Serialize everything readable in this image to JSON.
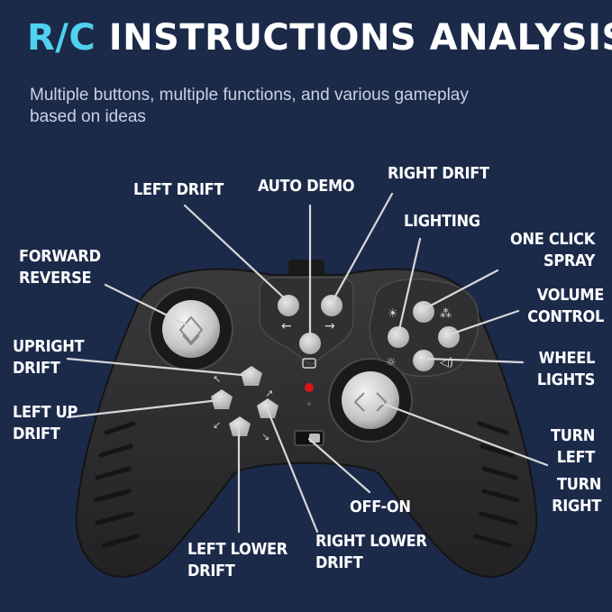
{
  "header": {
    "title_accent": "R/C",
    "title_rest": " INSTRUCTIONS ANALYSIS",
    "subtitle": "Multiple buttons, multiple functions, and various gameplay based on ideas"
  },
  "labels": {
    "left_drift": "LEFT DRIFT",
    "auto_demo": "AUTO DEMO",
    "right_drift": "RIGHT DRIFT",
    "lighting": "LIGHTING",
    "one_click_spray_1": "ONE CLICK",
    "one_click_spray_2": "SPRAY",
    "forward_reverse_1": "FORWARD",
    "forward_reverse_2": "REVERSE",
    "volume_control_1": "VOLUME",
    "volume_control_2": "CONTROL",
    "upright_drift_1": "UPRIGHT",
    "upright_drift_2": "DRIFT",
    "wheel_lights_1": "WHEEL",
    "wheel_lights_2": "LIGHTS",
    "left_up_drift_1": "LEFT UP",
    "left_up_drift_2": "DRIFT",
    "turn_left_1": "TURN",
    "turn_left_2": "LEFT",
    "turn_right_1": "TURN",
    "turn_right_2": "RIGHT",
    "off_on": "OFF-ON",
    "left_lower_drift_1": "LEFT LOWER",
    "left_lower_drift_2": "DRIFT",
    "right_lower_drift_1": "RIGHT LOWER",
    "right_lower_drift_2": "DRIFT"
  },
  "colors": {
    "background": "#1c2a4a",
    "accent": "#4fd2ee",
    "controller_body": "#2a2a2c",
    "button_grey": "#bdbdbd",
    "callout_line": "#d8d8d8"
  },
  "icons": [
    "arrow-left-icon",
    "arrow-right-icon",
    "lighting-icon",
    "spray-icon",
    "wheel-light-icon",
    "volume-icon",
    "demo-icon",
    "power-led-icon"
  ]
}
